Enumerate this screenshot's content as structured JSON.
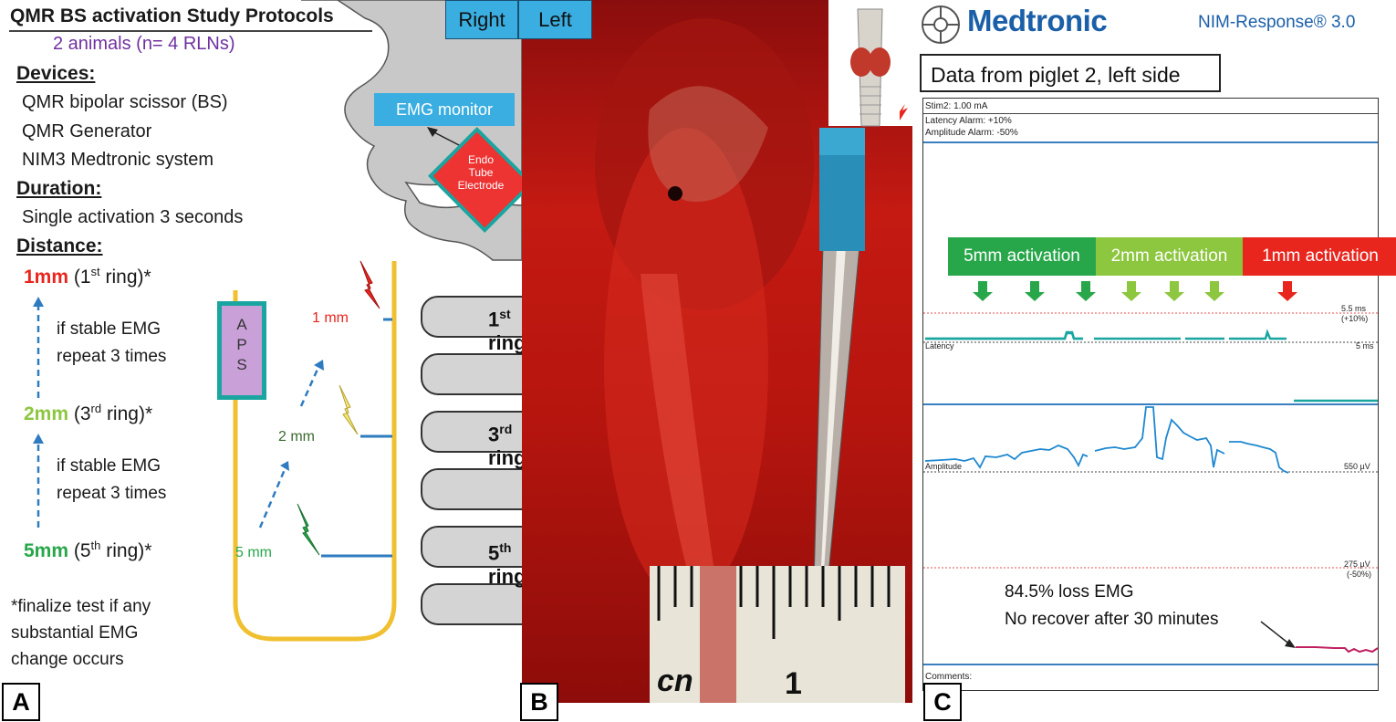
{
  "panel_a": {
    "title": "QMR BS activation Study Protocols",
    "subtitle": "2 animals (n= 4 RLNs)",
    "devices_heading": "Devices:",
    "devices": [
      "QMR bipolar scissor (BS)",
      "QMR Generator",
      "NIM3 Medtronic system"
    ],
    "duration_heading": "Duration:",
    "duration": "Single activation 3 seconds",
    "distance_heading": "Distance:",
    "distances": [
      {
        "mm": "1mm",
        "pre": " (1",
        "sup": "st",
        "post": " ring)*",
        "color": "#e8261e"
      },
      {
        "mm": "2mm",
        "pre": " (3",
        "sup": "rd",
        "post": " ring)*",
        "color": "#8dc63f"
      },
      {
        "mm": "5mm",
        "pre": " (5",
        "sup": "th",
        "post": " ring)*",
        "color": "#27a74a"
      }
    ],
    "repeat_note": [
      "if stable EMG",
      "repeat 3 times"
    ],
    "finalize_note": [
      "*finalize test if any",
      "substantial EMG",
      "change occurs"
    ],
    "emg_monitor": "EMG monitor",
    "endo_tube": [
      "Endo",
      "Tube",
      "Electrode"
    ],
    "aps": [
      "A",
      "P",
      "S"
    ],
    "mm_labels": {
      "one": "1  mm",
      "two": "2 mm",
      "five": "5 mm"
    },
    "rings": [
      {
        "n": "1",
        "sup": "st",
        "label": "ring"
      },
      {
        "n": "3",
        "sup": "rd",
        "label": "ring"
      },
      {
        "n": "5",
        "sup": "th",
        "label": "ring"
      }
    ],
    "letter": "A"
  },
  "panel_b": {
    "right_label": "Right",
    "left_label": "Left",
    "ruler_text": [
      "cn",
      "1"
    ],
    "letter": "B"
  },
  "panel_c": {
    "brand": "Medtronic",
    "product": "NIM-Response® 3.0",
    "data_caption": "Data from piglet 2, left side",
    "stim": "Stim2: 1.00 mA",
    "latency_alarm": "Latency Alarm: +10%",
    "amplitude_alarm": "Amplitude Alarm: -50%",
    "activations": [
      {
        "label": "5mm activation",
        "color": "#27a74a"
      },
      {
        "label": "2mm activation",
        "color": "#8dc63f"
      },
      {
        "label": "1mm activation",
        "color": "#e8261e"
      }
    ],
    "latency_label": "Latency",
    "ref_labels": {
      "l55": "5.5 ms",
      "l55b": "(+10%)",
      "l5": "5 ms",
      "a550": "550 µV",
      "a275": "275 µV",
      "a275b": "(-50%)"
    },
    "amplitude_label": "Amplitude",
    "loss_note": "84.5% loss EMG",
    "recover_note": "No recover after 30 minutes",
    "comments_label": "Comments:",
    "letter": "C",
    "trace_color": "#1e88d0",
    "latency_color": "#1aa5a0",
    "post_color": "#c02060"
  }
}
